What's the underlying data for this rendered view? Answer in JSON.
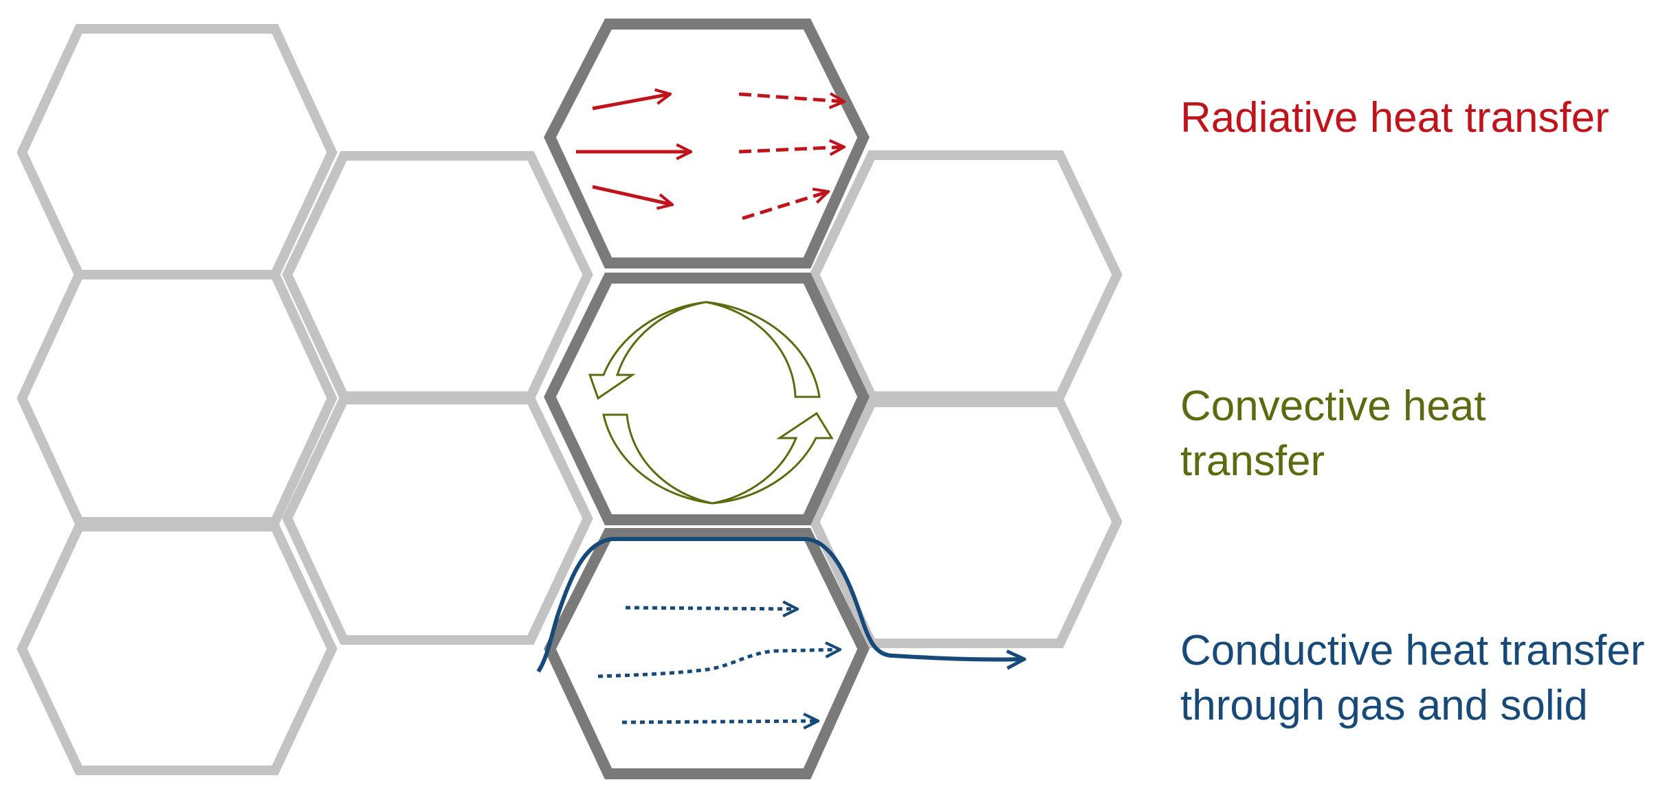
{
  "colors": {
    "radiative": "#c0141c",
    "convective": "#5e6a10",
    "conductive": "#174a78",
    "cell_light": "#c3c3c3",
    "cell_dark": "#7a7a7a"
  },
  "labels": {
    "radiative": "Radiative heat transfer",
    "convective": "Convective heat transfer",
    "conductive": "Conductive heat transfer through gas and solid"
  }
}
